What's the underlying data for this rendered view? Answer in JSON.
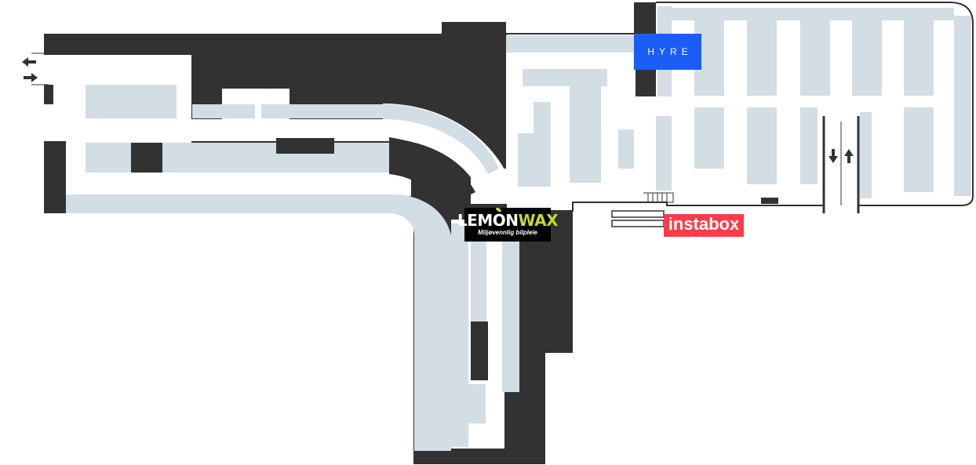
{
  "map": {
    "colors": {
      "wall": "#333233",
      "lot": "#d2dde4",
      "floor": "#ffffff",
      "outline": "#333233"
    },
    "icons": [
      "arrow-left-icon",
      "arrow-right-icon",
      "arrow-down-icon",
      "arrow-up-icon"
    ]
  },
  "brands": {
    "hyre": {
      "label": "HYRE",
      "color": "#1b5ef6"
    },
    "lemonwax": {
      "label_part1": "LEM",
      "label_o": "O",
      "label_part2": "N",
      "label_part3": "WAX",
      "tagline": "Miljøvennlig bilpleie",
      "background": "#000000",
      "accent": "#c7d72d"
    },
    "instabox": {
      "label": "instabox",
      "color": "#ff3b47"
    }
  }
}
